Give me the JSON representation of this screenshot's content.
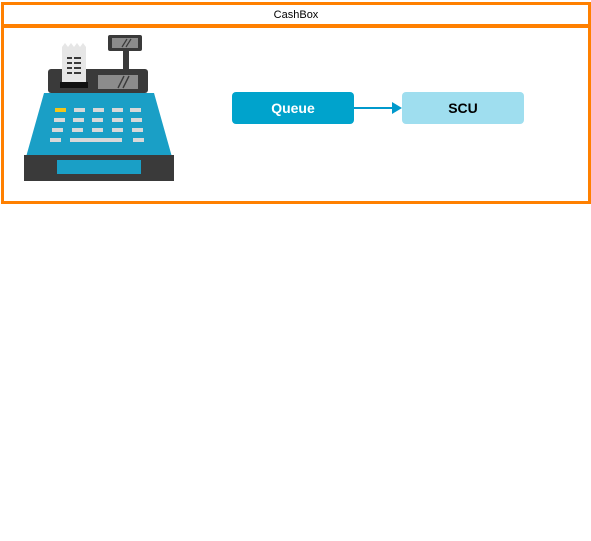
{
  "diagram": {
    "container": {
      "title": "CashBox",
      "border_color": "#ff8000"
    },
    "illustration": {
      "icon": "cash-register-icon"
    },
    "nodes": [
      {
        "id": "queue",
        "label": "Queue",
        "fill": "#00a3cc",
        "text_color": "#ffffff"
      },
      {
        "id": "scu",
        "label": "SCU",
        "fill": "#9fdeef",
        "text_color": "#000000"
      }
    ],
    "edges": [
      {
        "from": "queue",
        "to": "scu",
        "color": "#0099cc"
      }
    ]
  }
}
